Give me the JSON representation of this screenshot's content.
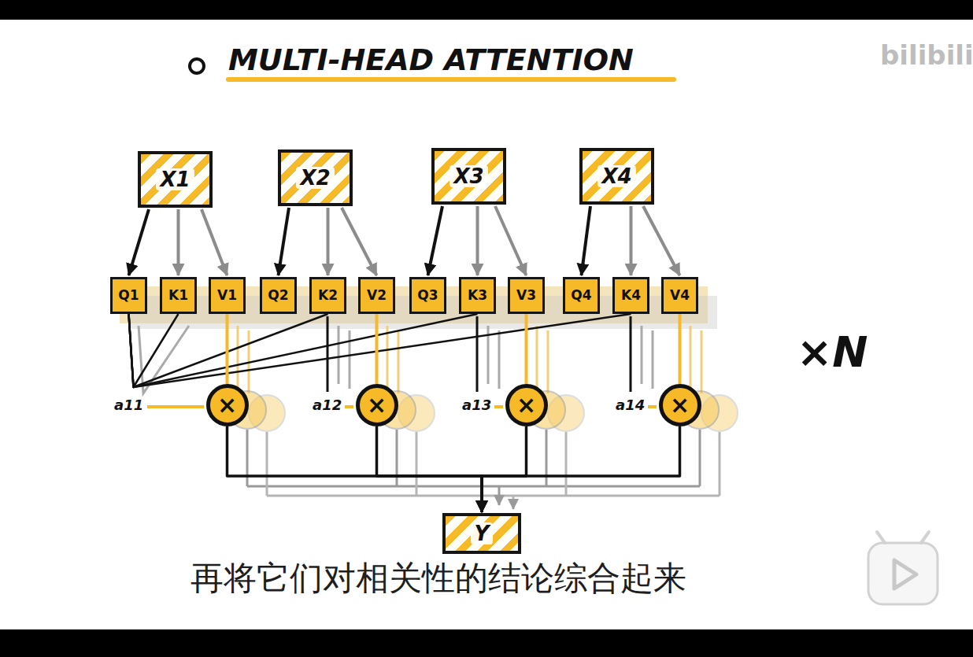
{
  "diagram": {
    "title": "MULTI-HEAD ATTENTION",
    "caption": "再将它们对相关性的结论综合起来",
    "nodes": [
      {
        "text": [
          "X1"
        ]
      },
      {
        "text": [
          "X2"
        ]
      },
      {
        "text": [
          "X3"
        ]
      },
      {
        "text": [
          "X4"
        ]
      },
      {
        "text": [
          "Q1"
        ]
      },
      {
        "text": [
          "K1"
        ]
      },
      {
        "text": [
          "V1"
        ]
      },
      {
        "text": [
          "Q2"
        ]
      },
      {
        "text": [
          "K2"
        ]
      },
      {
        "text": [
          "V2"
        ]
      },
      {
        "text": [
          "Q3"
        ]
      },
      {
        "text": [
          "K3"
        ]
      },
      {
        "text": [
          "V3"
        ]
      },
      {
        "text": [
          "Q4"
        ]
      },
      {
        "text": [
          "K4"
        ]
      },
      {
        "text": [
          "V4"
        ]
      },
      {
        "text": [
          "×"
        ]
      },
      {
        "text": [
          "×"
        ]
      },
      {
        "text": [
          "×"
        ]
      },
      {
        "text": [
          "×"
        ]
      },
      {
        "text": [
          "Y"
        ]
      }
    ],
    "edges": [
      {
        "from": 0,
        "to": 4,
        "arrow": "to"
      },
      {
        "from": 0,
        "to": 5,
        "arrow": "to"
      },
      {
        "from": 0,
        "to": 6,
        "arrow": "to"
      },
      {
        "from": 1,
        "to": 7,
        "arrow": "to"
      },
      {
        "from": 1,
        "to": 8,
        "arrow": "to"
      },
      {
        "from": 1,
        "to": 9,
        "arrow": "to"
      },
      {
        "from": 2,
        "to": 10,
        "arrow": "to"
      },
      {
        "from": 2,
        "to": 11,
        "arrow": "to"
      },
      {
        "from": 2,
        "to": 12,
        "arrow": "to"
      },
      {
        "from": 3,
        "to": 13,
        "arrow": "to"
      },
      {
        "from": 3,
        "to": 14,
        "arrow": "to"
      },
      {
        "from": 3,
        "to": 15,
        "arrow": "to"
      },
      {
        "from": 4,
        "to": 5,
        "arrow": "none"
      },
      {
        "from": 4,
        "to": 8,
        "arrow": "none"
      },
      {
        "from": 4,
        "to": 11,
        "arrow": "none"
      },
      {
        "from": 4,
        "to": 14,
        "arrow": "none"
      },
      {
        "from": 6,
        "to": 16,
        "arrow": "none"
      },
      {
        "from": 9,
        "to": 17,
        "arrow": "none"
      },
      {
        "from": 12,
        "to": 18,
        "arrow": "none"
      },
      {
        "from": 15,
        "to": 19,
        "arrow": "none"
      },
      {
        "from": 16,
        "to": 20,
        "arrow": "to"
      },
      {
        "from": 17,
        "to": 20,
        "arrow": "to"
      },
      {
        "from": 18,
        "to": 20,
        "arrow": "to"
      },
      {
        "from": 19,
        "to": 20,
        "arrow": "to"
      }
    ],
    "labels": [
      "a11",
      "a12",
      "a13",
      "a14",
      "×N",
      "bilibili"
    ]
  }
}
